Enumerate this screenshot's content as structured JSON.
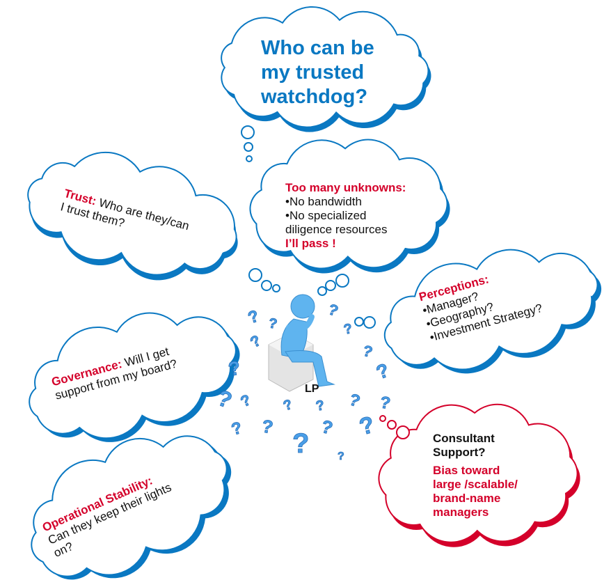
{
  "colors": {
    "blue": "#0a78c2",
    "red": "#d4002a",
    "figure": "#5fb4ef"
  },
  "main_question": {
    "line1": "Who can be",
    "line2": "my trusted",
    "line3": "watchdog?"
  },
  "trust": {
    "label": "Trust:",
    "line1": " Who are they/can",
    "line2": "I trust them?"
  },
  "unknowns": {
    "label": "Too many unknowns:",
    "items": [
      "•No bandwidth",
      "•No specialized",
      "diligence resources"
    ],
    "conclusion": "I’ll pass !"
  },
  "perceptions": {
    "label": "Perceptions:",
    "items": [
      "•Manager?",
      "•Geography?",
      "•Investment Strategy?"
    ]
  },
  "governance": {
    "label": "Governance:",
    "line1": " Will I get",
    "line2": "support from my board?"
  },
  "operational": {
    "label": "Operational Stability:",
    "line1": "Can they keep their lights",
    "line2": "on?"
  },
  "consultant": {
    "label1": "Consultant",
    "label2": "Support?",
    "lines": [
      "Bias toward",
      "large /scalable/",
      "brand-name",
      "managers"
    ]
  },
  "figure_label": "LP"
}
